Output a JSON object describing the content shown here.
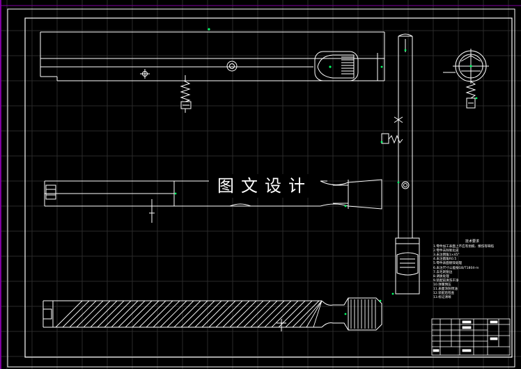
{
  "watermark": "图文设计",
  "technical_notes": {
    "heading": "技术要求",
    "lines": [
      "1.零件加工表面上不应有划痕、擦伤等缺陷",
      "2.零件去除氧化皮",
      "3.未注倒角1×45°",
      "4.未注圆角R0.5",
      "5.零件表面镀锌处理",
      "6.未注尺寸公差按GB/T1804-m",
      "7.去毛刺锐边",
      "8.调质处理",
      "9.装配前清洗干净",
      "10.弹簧预压",
      "11.表面涂防锈油",
      "12.装配后检查",
      "13.标记清晰"
    ]
  },
  "colors": {
    "background": "#000000",
    "line": "#ffffff",
    "grid": "#2a2a2a",
    "center_mark": "#00ff66",
    "viewport_border": "#7f00a0"
  }
}
